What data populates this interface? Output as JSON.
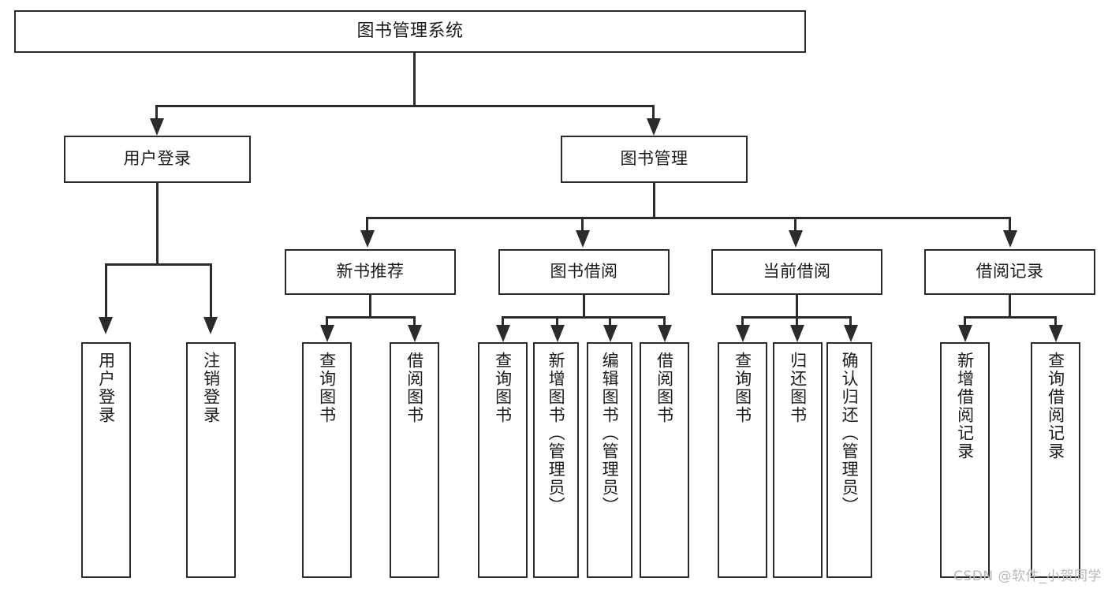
{
  "diagram": {
    "type": "tree",
    "title": "图书管理系统",
    "watermark": "CSDN @软件_小贺同学",
    "colors": {
      "box_border": "#2b2b2b",
      "box_fill": "#ffffff",
      "text": "#1b1b1b",
      "connector": "#2b2b2b",
      "watermark": "#b8b8b8",
      "background": "#ffffff"
    },
    "levels": {
      "level1": [
        {
          "id": "root",
          "label": "图书管理系统"
        }
      ],
      "level2": [
        {
          "id": "user-login",
          "label": "用户登录"
        },
        {
          "id": "book-manage",
          "label": "图书管理"
        }
      ],
      "level3": [
        {
          "id": "new-book-rec",
          "label": "新书推荐"
        },
        {
          "id": "book-borrow",
          "label": "图书借阅"
        },
        {
          "id": "current-borrow",
          "label": "当前借阅"
        },
        {
          "id": "borrow-record",
          "label": "借阅记录"
        }
      ],
      "level4": [
        {
          "id": "leaf-user-login",
          "label": "用户登录",
          "parent": "user-login"
        },
        {
          "id": "leaf-logout",
          "label": "注销登录",
          "parent": "user-login"
        },
        {
          "id": "leaf-query-book-1",
          "label": "查询图书",
          "parent": "new-book-rec"
        },
        {
          "id": "leaf-borrow-book-1",
          "label": "借阅图书",
          "parent": "new-book-rec"
        },
        {
          "id": "leaf-query-book-2",
          "label": "查询图书",
          "parent": "book-borrow"
        },
        {
          "id": "leaf-add-book",
          "label": "新增图书（管理员）",
          "parent": "book-borrow"
        },
        {
          "id": "leaf-edit-book",
          "label": "编辑图书（管理员）",
          "parent": "book-borrow"
        },
        {
          "id": "leaf-borrow-book-2",
          "label": "借阅图书",
          "parent": "book-borrow"
        },
        {
          "id": "leaf-query-book-3",
          "label": "查询图书",
          "parent": "current-borrow"
        },
        {
          "id": "leaf-return-book",
          "label": "归还图书",
          "parent": "current-borrow"
        },
        {
          "id": "leaf-confirm-return",
          "label": "确认归还（管理员）",
          "parent": "current-borrow"
        },
        {
          "id": "leaf-add-record",
          "label": "新增借阅记录",
          "parent": "borrow-record"
        },
        {
          "id": "leaf-query-record",
          "label": "查询借阅记录",
          "parent": "borrow-record"
        }
      ]
    }
  }
}
